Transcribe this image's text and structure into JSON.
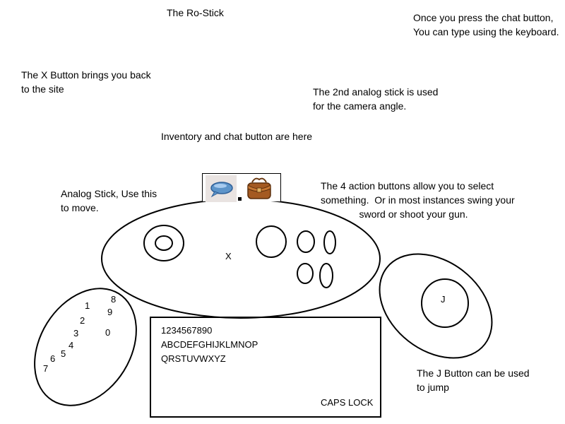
{
  "title": "The Ro-Stick",
  "notes": {
    "chat_typing": "Once you press the chat button,\nYou can type using the keyboard.",
    "x_button": "The X Button brings you back\nto the site",
    "second_stick": "The 2nd analog stick is used\nfor the camera angle.",
    "inventory_chat": "Inventory and chat button are here",
    "analog_stick": "Analog Stick, Use this\nto move.",
    "action_buttons": "The 4 action buttons allow you to select\nsomething.  Or in most instances swing your\n              sword or shoot your gun.",
    "j_button": "The J Button can be used\nto jump"
  },
  "controller": {
    "x_label": "X",
    "j_label": "J"
  },
  "number_pad": {
    "digits": [
      "1",
      "2",
      "3",
      "4",
      "5",
      "6",
      "7",
      "8",
      "9",
      "0"
    ]
  },
  "keyboard": {
    "line1": "1234567890",
    "line2": "ABCDEFGHIJKLMNOP",
    "line3": "QRSTUVWXYZ",
    "caps_lock": "CAPS LOCK"
  },
  "icons": {
    "chat": "chat-bubble-icon",
    "inventory": "backpack-icon"
  }
}
